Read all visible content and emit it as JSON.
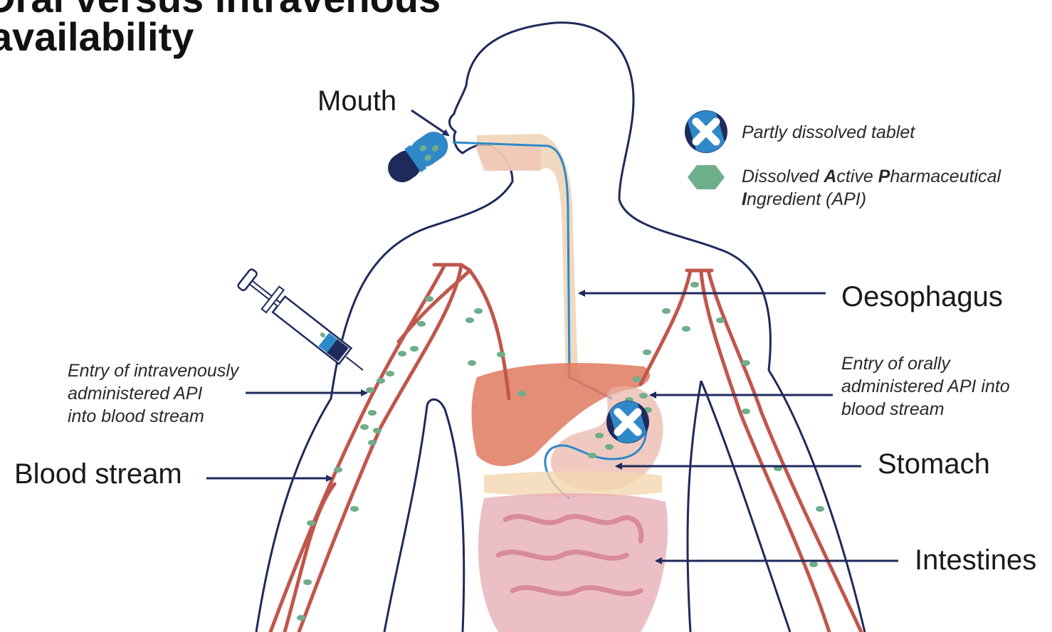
{
  "title": {
    "line1": "Oral versus intravenous",
    "line2": "availability"
  },
  "labels": {
    "mouth": "Mouth",
    "oesophagus": "Oesophagus",
    "stomach": "Stomach",
    "intestines": "Intestines",
    "blood_stream": "Blood stream",
    "iv_entry": [
      "Entry of intravenously",
      "administered API",
      "into blood stream"
    ],
    "oral_entry": [
      "Entry of orally",
      "administered API into",
      "blood stream"
    ]
  },
  "legend": {
    "tablet": "Partly dissolved tablet",
    "api_parts": [
      {
        "text": "Dissolved ",
        "bold": false
      },
      {
        "text": "A",
        "bold": true
      },
      {
        "text": "ctive ",
        "bold": false
      },
      {
        "text": "P",
        "bold": true
      },
      {
        "text": "harmaceutical",
        "bold": false
      },
      {
        "text": "I",
        "bold": true
      },
      {
        "text": "ngredient (API)",
        "bold": false
      }
    ]
  },
  "colors": {
    "outline": "#1f2a5c",
    "arrow": "#1f2a5c",
    "vein": "#c0564c",
    "api_dot": "#6fae8a",
    "tablet_blue": "#2f88c8",
    "tablet_dark": "#1f2a5c",
    "liver": "#e07a5f",
    "stomach": "#eab3a6",
    "intestine": "#e6a9b3",
    "oesophagus": "#eccfae"
  },
  "icons": {
    "tablet": "tablet-icon",
    "api": "hexagon-icon",
    "syringe": "syringe-icon",
    "capsule": "capsule-icon"
  }
}
